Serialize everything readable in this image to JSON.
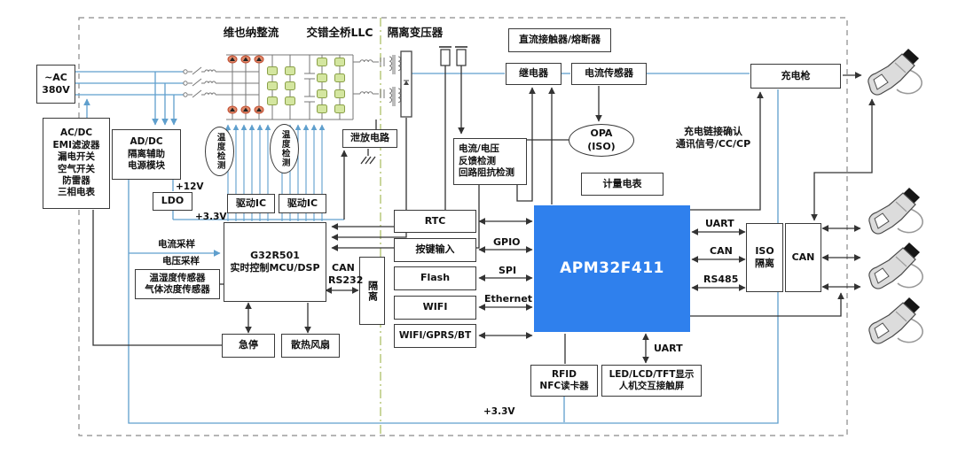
{
  "colors": {
    "accent_blue": "#2f80ed",
    "wire_blue": "#5f9fcd",
    "component_green": "#d4e6a0",
    "diode_red": "#df8a6a",
    "dashdot_green": "#b9c87c"
  },
  "headers": {
    "vienna": "维也纳整流",
    "llc": "交错全桥LLC",
    "isolation_transformer": "隔离变压器"
  },
  "power": {
    "ac_input": "~AC\n380V",
    "protection": "AC/DC\nEMI滤波器\n漏电开关\n空气开关\n防雷器\n三相电表",
    "aux_psu": "AD/DC\n隔离辅助\n电源模块",
    "ldo": "LDO",
    "rail_12v": "+12V",
    "rail_3v3": "+3.3V",
    "rail_3v3_bottom": "+3.3V",
    "discharge": "泄放电路"
  },
  "control": {
    "mcu_dsp": "G32R501\n实时控制MCU/DSP",
    "driver_ic_1": "驱动IC",
    "driver_ic_2": "驱动IC",
    "temp_detect_1": "温度检测",
    "temp_detect_2": "温度检测",
    "current_sampling": "电流采样",
    "voltage_sampling": "电压采样",
    "env_sensors": "温湿度传感器\n气体浓度传感器",
    "estop": "急停",
    "fan": "散热风扇",
    "can": "CAN",
    "rs232": "RS232",
    "isolation": "隔离"
  },
  "dc_side": {
    "dc_contactor": "直流接触器/熔断器",
    "relay": "继电器",
    "current_sensor": "电流传感器",
    "opa": "OPA\n(ISO)",
    "meter": "计量电表",
    "feedback": "电流/电压\n反馈检测\n回路阻抗检测",
    "charge_gun": "充电枪",
    "link_confirm": "充电链接确认\n通讯信号/CC/CP"
  },
  "mcu": {
    "name": "APM32F411",
    "rtc": "RTC",
    "key_input": "按键输入",
    "flash": "Flash",
    "wifi": "WIFI",
    "wifi_gprs_bt": "WIFI/GPRS/BT",
    "gpio": "GPIO",
    "spi": "SPI",
    "ethernet": "Ethernet",
    "uart": "UART",
    "can": "CAN",
    "rs485": "RS485",
    "uart_display": "UART",
    "iso_isolation": "ISO\n隔离",
    "can_box": "CAN",
    "rfid": "RFID\nNFC读卡器",
    "display": "LED/LCD/TFT显示\n人机交互接触屏"
  }
}
